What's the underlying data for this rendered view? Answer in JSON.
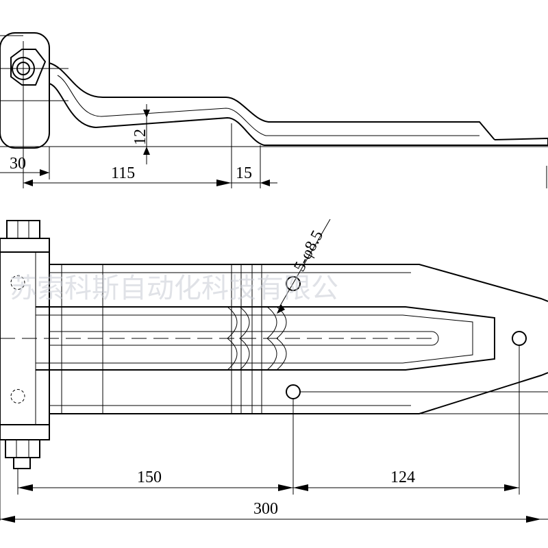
{
  "dimensions": {
    "side_offset": "30",
    "side_bend_length": "115",
    "side_step": "15",
    "side_thickness": "12",
    "hole_spec": "5-φ8.5",
    "plan_hole_spacing_1": "150",
    "plan_hole_spacing_2": "124",
    "plan_total_length": "300"
  },
  "watermark": "苏索科斯自动化科技有限公"
}
